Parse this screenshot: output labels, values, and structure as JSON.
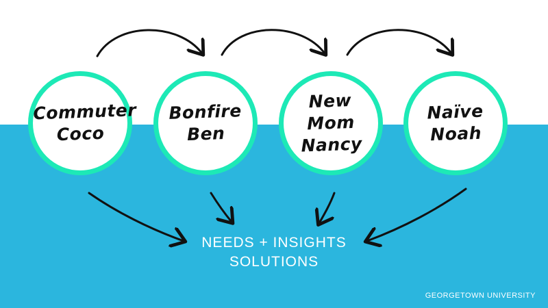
{
  "personas": [
    {
      "label": "Commuter\nCoco"
    },
    {
      "label": "Bonfire\nBen"
    },
    {
      "label": "New Mom\nNancy"
    },
    {
      "label": "Naïve\nNoah"
    }
  ],
  "outcome": {
    "line1": "NEEDS + INSIGHTS",
    "line2": "SOLUTIONS"
  },
  "brand": "GEORGETOWN UNIVERSITY",
  "colors": {
    "band": "#2bb6de",
    "ring": "#1de9b6",
    "arrow": "#111111"
  }
}
